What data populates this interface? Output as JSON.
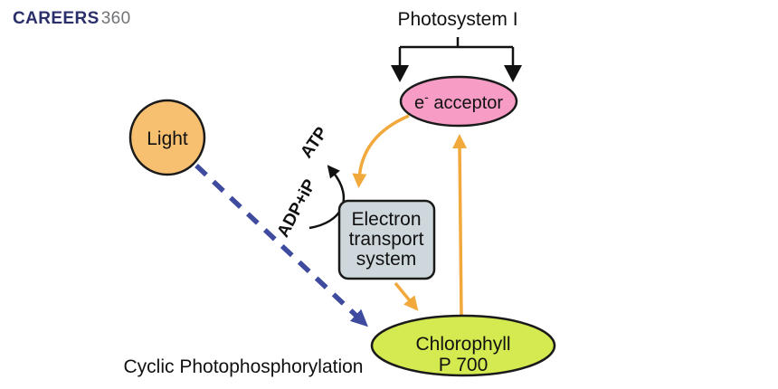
{
  "logo": {
    "brand": "CAREERS",
    "suffix": "360"
  },
  "diagram": {
    "title": "Cyclic Photophosphorylation",
    "photosystem_label": "Photosystem I",
    "light_label": "Light",
    "e_acceptor": {
      "base": "e",
      "sup": "-",
      "rest": " acceptor"
    },
    "ets": {
      "line1": "Electron",
      "line2": "transport",
      "line3": "system"
    },
    "chlorophyll": {
      "line1": "Chlorophyll",
      "line2": "P 700"
    },
    "atp_label": "ATP",
    "adp_label": "ADP+iP",
    "colors": {
      "acceptor_fill": "#f79cc5",
      "light_fill": "#f7bf70",
      "chlorophyll_fill": "#d5ea51",
      "ets_fill": "#ced7db",
      "arrow_orange": "#f2a93c",
      "arrow_blue": "#3e4b9e",
      "arrow_black": "#111111",
      "logo_navy": "#2a2f6b",
      "logo_gray": "#717477"
    }
  }
}
